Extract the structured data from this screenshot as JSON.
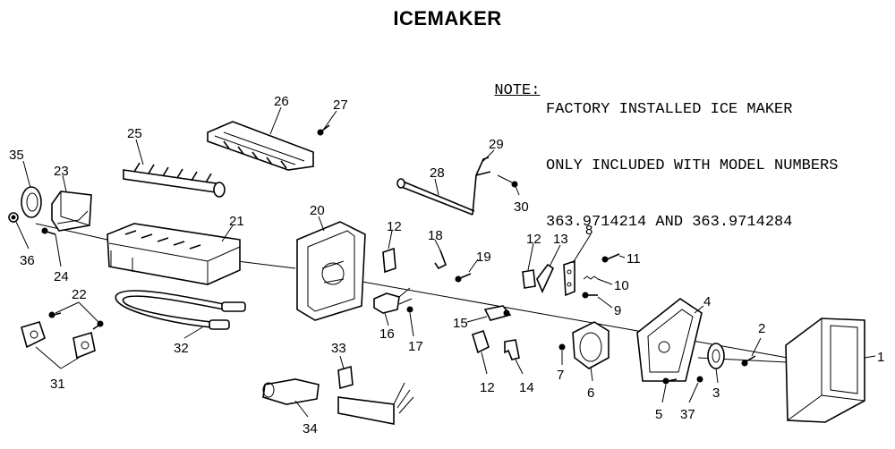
{
  "title": "ICEMAKER",
  "note": {
    "label": "NOTE:",
    "lines": [
      "FACTORY INSTALLED ICE MAKER",
      "ONLY INCLUDED WITH MODEL NUMBERS",
      "363.9714214 AND 363.9714284"
    ]
  },
  "callouts": [
    "1",
    "2",
    "3",
    "4",
    "5",
    "6",
    "7",
    "8",
    "9",
    "10",
    "11",
    "12",
    "13",
    "14",
    "15",
    "16",
    "17",
    "18",
    "19",
    "20",
    "21",
    "22",
    "23",
    "24",
    "25",
    "26",
    "27",
    "28",
    "29",
    "30",
    "31",
    "32",
    "33",
    "34",
    "35",
    "36",
    "37"
  ]
}
